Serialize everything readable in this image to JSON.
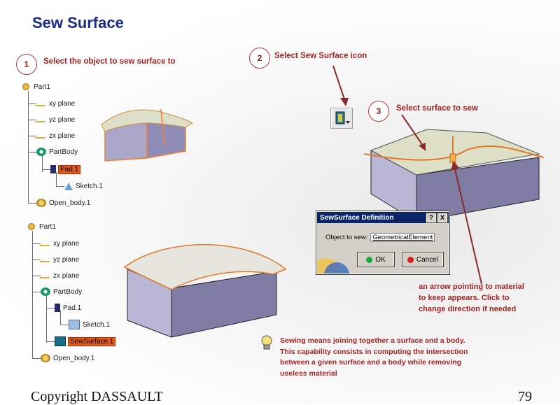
{
  "title": "Sew Surface",
  "steps": [
    {
      "number": "1",
      "text": "Select the object to sew surface to"
    },
    {
      "number": "2",
      "text": "Select Sew Surface icon"
    },
    {
      "number": "3",
      "text": "Select surface to sew"
    }
  ],
  "tree1": {
    "part": "Part1",
    "xy": "xy plane",
    "yz": "yz plane",
    "zx": "zx plane",
    "partbody": "PartBody",
    "pad": "Pad.1",
    "sketch": "Sketch.1",
    "open_body": "Open_body.1"
  },
  "tree2": {
    "part": "Part1",
    "xy": "xy plane",
    "yz": "yz plane",
    "zx": "zx plane",
    "partbody": "PartBody",
    "pad": "Pad.1",
    "sketch": "Sketch.1",
    "sew": "SewSurface.1",
    "open_body": "Open_body.1"
  },
  "dialog": {
    "title": "SewSurface Definition",
    "help": "?",
    "close": "X",
    "label": "Object to sew:",
    "value": "GeometricalElement",
    "ok": "OK",
    "cancel": "Cancel"
  },
  "annotation_arrow": [
    "an arrow pointing to material",
    "to keep appears.  Click to",
    "change direction if needed"
  ],
  "note": [
    "Sewing means joining together a surface and a body.",
    "This capability consists in computing the intersection",
    "between a given surface and a body while removing",
    "useless material"
  ],
  "footer": {
    "copyright": "Copyright DASSAULT",
    "page": "79"
  },
  "colors": {
    "title": "#1a2b8c",
    "annotation": "#a52222",
    "highlight": "#e05b1c",
    "solid_side": "#a9a6c9",
    "solid_top": "#c9c8d6"
  }
}
